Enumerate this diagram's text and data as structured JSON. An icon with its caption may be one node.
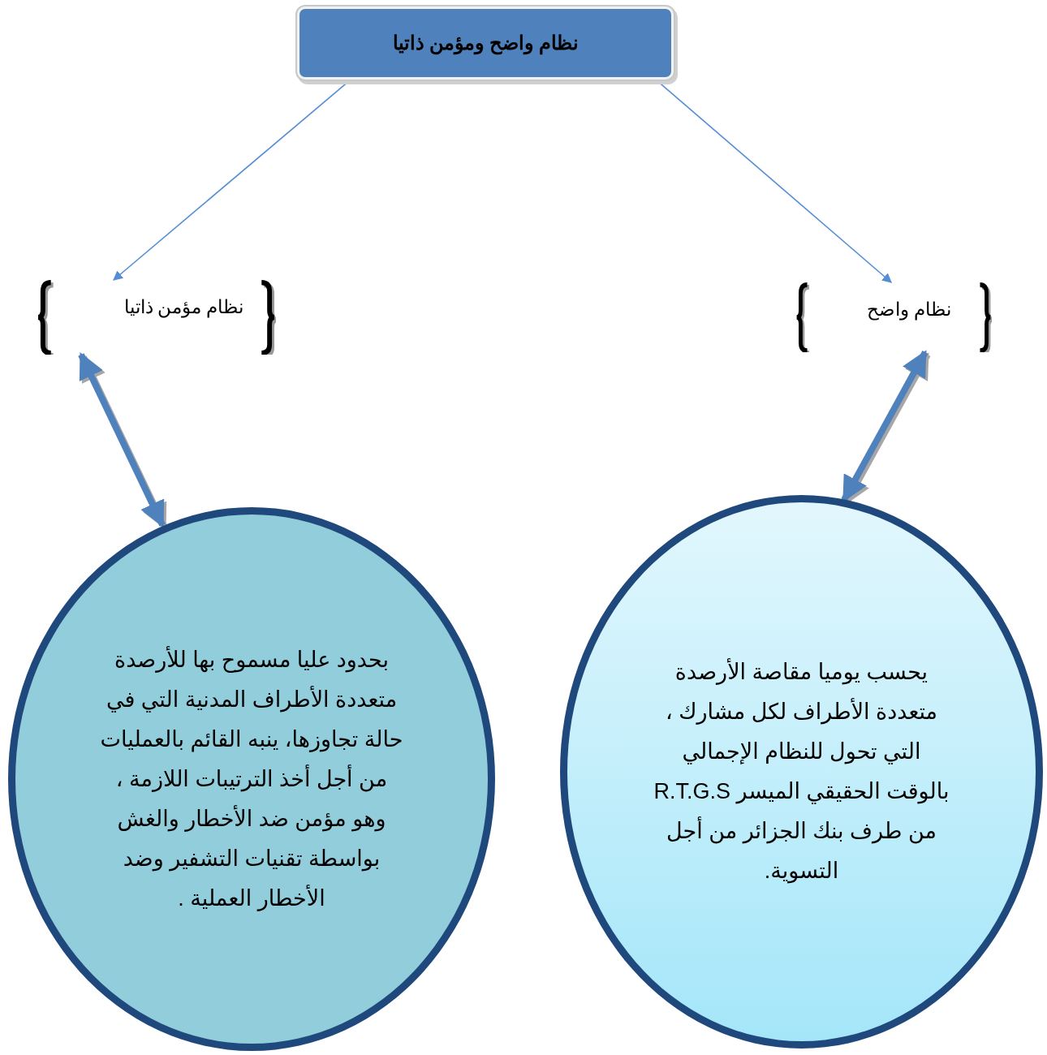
{
  "diagram": {
    "nodes": [
      {
        "text": [
          "نظام واضح ومؤمن ذاتيا"
        ]
      },
      {
        "text": [
          "نظام مؤمن ذاتيا"
        ]
      },
      {
        "text": [
          "نظام واضح"
        ]
      },
      {
        "text": [
          "بحدود عليا مسموح بها للأرصدة متعددة الأطراف المدنية التي في حالة تجاوزها، ينبه القائم بالعمليات من أجل أخذ الترتيبات اللازمة ، وهو مؤمن ضد الأخطار والغش بواسطة تقنيات التشفير وضد الأخطار العملية ."
        ]
      },
      {
        "text": [
          "يحسب يوميا مقاصة الأرصدة متعددة الأطراف لكل مشارك ، التي تحول للنظام الإجمالي بالوقت الحقيقي الميسر R.T.G.S من طرف بنك الجزائر من أجل التسوية."
        ]
      }
    ],
    "edges": [
      {
        "from": 0,
        "to": 1,
        "arrow": "to"
      },
      {
        "from": 0,
        "to": 2,
        "arrow": "to"
      },
      {
        "from": 1,
        "to": 3,
        "arrow": "both",
        "style": "thick",
        "color": "#4f81bd"
      },
      {
        "from": 2,
        "to": 4,
        "arrow": "both",
        "style": "thick",
        "color": "#4f81bd"
      }
    ]
  }
}
